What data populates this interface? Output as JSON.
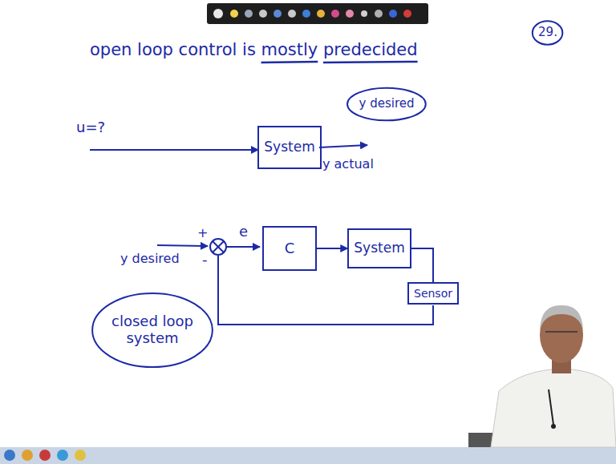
{
  "diagram": {
    "title": "open loop control is mostly predecided",
    "nodes": [
      {
        "text": [
          "29."
        ]
      },
      {
        "text": [
          "y desired"
        ]
      },
      {
        "text": [
          "System"
        ]
      },
      {
        "text": [
          "C"
        ]
      },
      {
        "text": [
          "System"
        ]
      },
      {
        "text": [
          "Sensor"
        ]
      },
      {
        "text": [
          "closed loop system"
        ]
      }
    ],
    "edges": [
      {
        "from": 3,
        "to": 4,
        "arrow": "to"
      },
      {
        "from": 4,
        "to": 5,
        "arrow": "none"
      }
    ],
    "labels": [
      "u=?",
      "y actual",
      "y desired",
      "+",
      "-",
      "e"
    ]
  }
}
